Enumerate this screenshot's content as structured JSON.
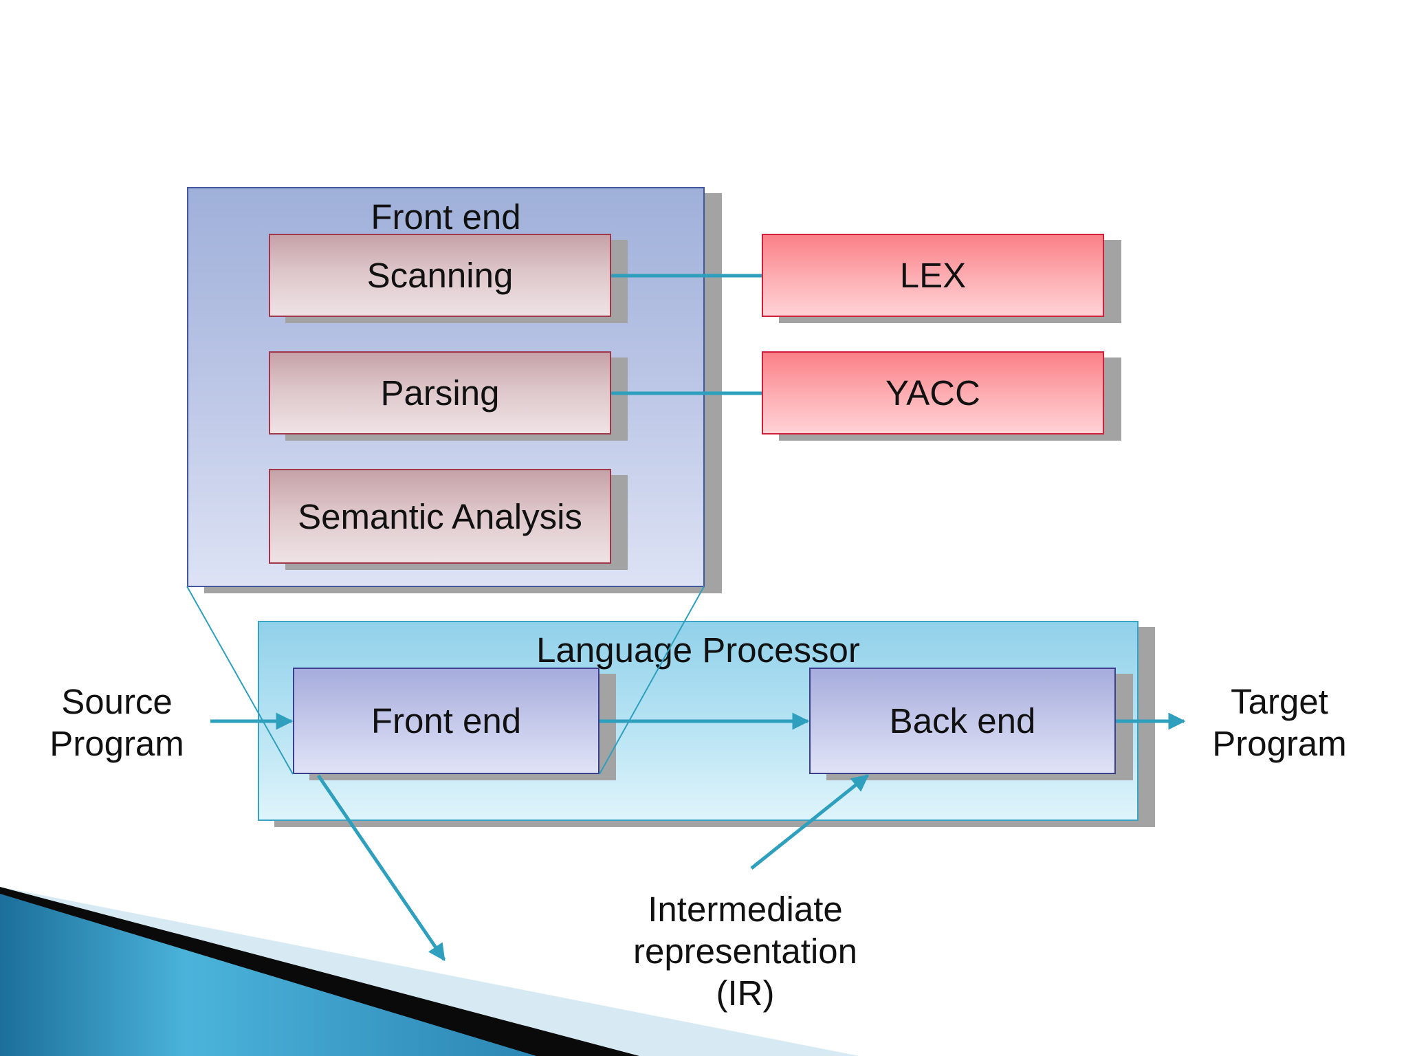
{
  "front_end_panel": {
    "title": "Front end"
  },
  "phases": {
    "scanning": "Scanning",
    "parsing": "Parsing",
    "semantic": "Semantic Analysis"
  },
  "tools": {
    "lex": "LEX",
    "yacc": "YACC"
  },
  "language_processor": {
    "title": "Language Processor",
    "front_end": "Front end",
    "back_end": "Back end"
  },
  "io": {
    "source_line1": "Source",
    "source_line2": "Program",
    "target_line1": "Target",
    "target_line2": "Program"
  },
  "ir": {
    "line1": "Intermediate",
    "line2": "representation",
    "line3": "(IR)"
  },
  "colors": {
    "arrow": "#2e9fbd",
    "corner_dark": "#0a0a0a",
    "corner_blue": "#2a8db8"
  }
}
